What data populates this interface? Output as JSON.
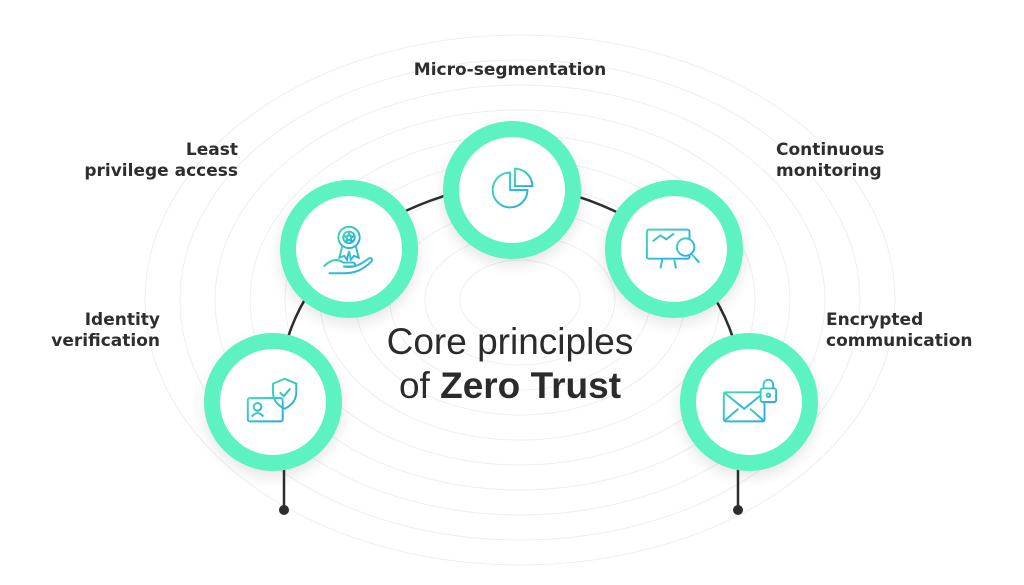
{
  "title": {
    "line1": "Core principles",
    "line2_prefix": "of",
    "line2_bold": "Zero Trust"
  },
  "principles": [
    {
      "label_lines": [
        "Identity",
        "verification"
      ],
      "icon": "id-card-shield-icon"
    },
    {
      "label_lines": [
        "Least",
        "privilege access"
      ],
      "icon": "award-hand-icon"
    },
    {
      "label_lines": [
        "Micro-segmentation"
      ],
      "icon": "segmented-chart-icon"
    },
    {
      "label_lines": [
        "Continuous",
        "monitoring"
      ],
      "icon": "monitor-magnifier-icon"
    },
    {
      "label_lines": [
        "Encrypted",
        "communication"
      ],
      "icon": "envelope-lock-icon"
    }
  ],
  "colors": {
    "ring": "#5cf2c1",
    "icon_gradient_start": "#3fd8b0",
    "icon_gradient_end": "#2aa7e8",
    "text": "#2e2e2e",
    "arc": "#2e2e2e"
  }
}
